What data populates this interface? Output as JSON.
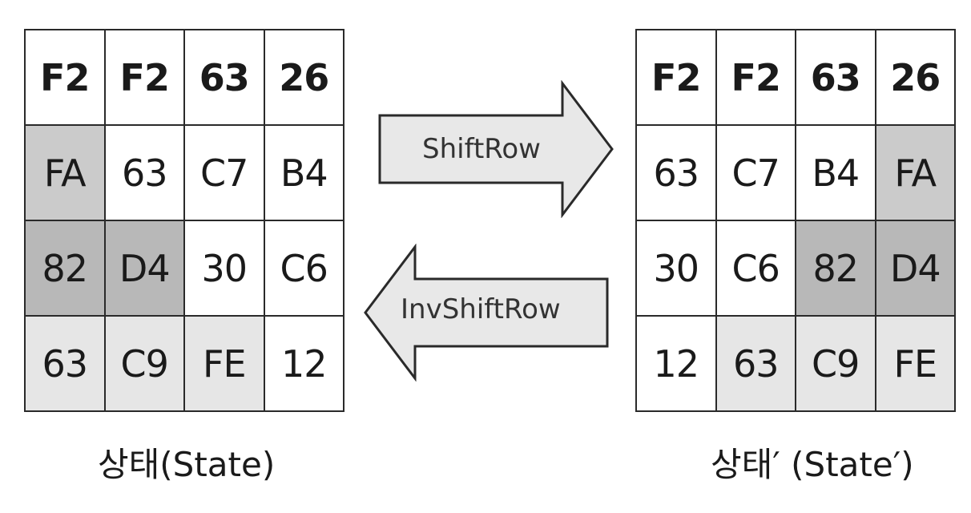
{
  "left_state": {
    "caption": "상태(State)",
    "rows": [
      [
        "F2",
        "F2",
        "63",
        "26"
      ],
      [
        "FA",
        "63",
        "C7",
        "B4"
      ],
      [
        "82",
        "D4",
        "30",
        "C6"
      ],
      [
        "63",
        "C9",
        "FE",
        "12"
      ]
    ],
    "shading": [
      [
        "none",
        "none",
        "none",
        "none"
      ],
      [
        "mid",
        "none",
        "none",
        "none"
      ],
      [
        "dark",
        "dark",
        "none",
        "none"
      ],
      [
        "light",
        "light",
        "light",
        "none"
      ]
    ]
  },
  "right_state": {
    "caption": "상태′ (State′)",
    "rows": [
      [
        "F2",
        "F2",
        "63",
        "26"
      ],
      [
        "63",
        "C7",
        "B4",
        "FA"
      ],
      [
        "30",
        "C6",
        "82",
        "D4"
      ],
      [
        "12",
        "63",
        "C9",
        "FE"
      ]
    ],
    "shading": [
      [
        "none",
        "none",
        "none",
        "none"
      ],
      [
        "none",
        "none",
        "none",
        "mid"
      ],
      [
        "none",
        "none",
        "dark",
        "dark"
      ],
      [
        "none",
        "light",
        "light",
        "light"
      ]
    ]
  },
  "arrows": {
    "forward_label": "ShiftRow",
    "inverse_label": "InvShiftRow"
  },
  "colors": {
    "border": "#2a2a2a",
    "arrow_fill": "#e8e8e8",
    "shade_light": "#e6e6e6",
    "shade_mid": "#cbcbcb",
    "shade_dark": "#b8b8b8"
  }
}
